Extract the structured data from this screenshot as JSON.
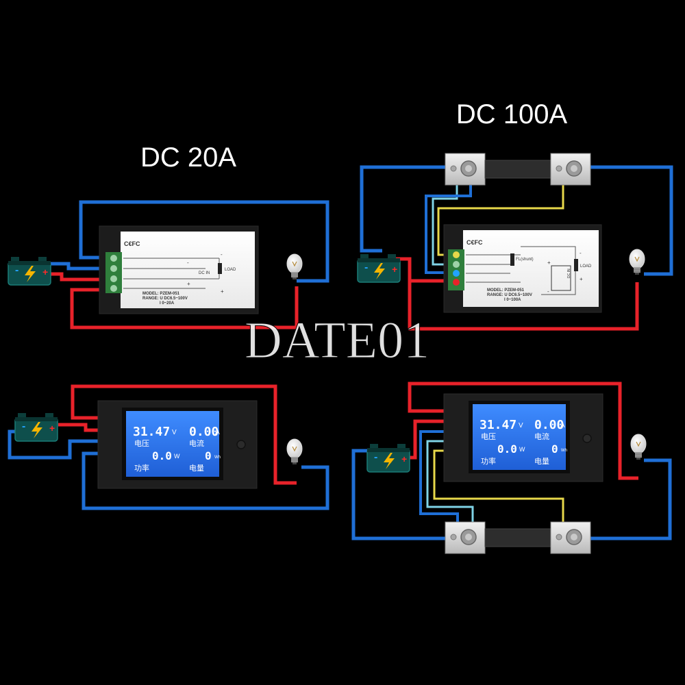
{
  "titles": {
    "left": "DC 20A",
    "right": "DC 100A"
  },
  "watermark": "DATE01",
  "panel_20a": {
    "marks": "C€FC",
    "dc_in": "DC IN",
    "load": "LOAD",
    "plus": "+",
    "minus": "-",
    "model": "MODEL: PZEM-051",
    "range_u": "RANGE: U DC6.5~100V",
    "range_i": "I 0~20A"
  },
  "panel_100a": {
    "marks": "C€FC",
    "shunt": "FL(shunt)",
    "dc_in": "DC IN",
    "load": "LOAD",
    "plus": "+",
    "minus": "-",
    "model": "MODEL: PZEM-051",
    "range_u": "RANGE: U DC6.5~100V",
    "range_i": "I 0~100A"
  },
  "meter_display": {
    "voltage": "31.47",
    "voltage_unit": "V",
    "current": "0.00",
    "current_unit": "A",
    "power": "0.0",
    "power_unit": "W",
    "energy": "0",
    "energy_unit": "Wh",
    "label_voltage": "电压",
    "label_current": "电流",
    "label_power": "功率",
    "label_energy": "电量"
  },
  "battery": {
    "plus": "+",
    "minus": "-"
  },
  "colors": {
    "background": "#000000",
    "wire_red": "#e8222a",
    "wire_blue": "#1f6fd6",
    "wire_yellow": "#e7d84a",
    "wire_cyan": "#7fd3e6",
    "lcd_blue": "#2f7ef0",
    "battery_teal": "#0f5a57"
  },
  "icons": {
    "battery": "battery-icon",
    "lamp": "light-bulb-icon",
    "bolt": "lightning-bolt-icon",
    "shunt": "shunt-resistor-icon"
  }
}
